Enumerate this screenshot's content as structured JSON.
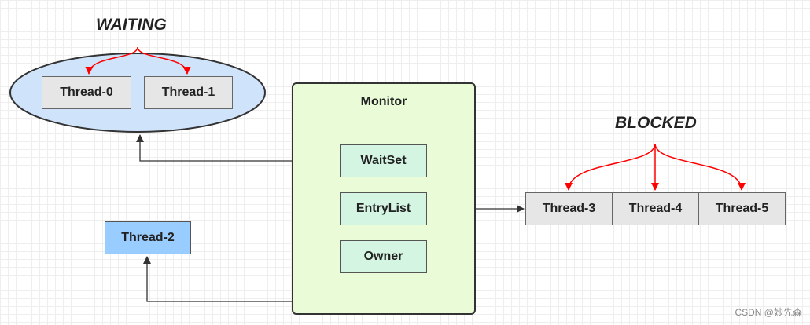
{
  "waiting": {
    "label": "WAITING",
    "threads": [
      "Thread-0",
      "Thread-1"
    ]
  },
  "monitor": {
    "title": "Monitor",
    "wait_set": "WaitSet",
    "entry_list": "EntryList",
    "owner": "Owner"
  },
  "blocked": {
    "label": "BLOCKED",
    "threads": [
      "Thread-3",
      "Thread-4",
      "Thread-5"
    ]
  },
  "owner_thread": "Thread-2",
  "watermark": "CSDN @妙先森",
  "colors": {
    "waiting_ellipse": "#cfe3fb",
    "monitor_fill": "#e9fbd7",
    "set_fill": "#d5f5e3",
    "owner_thread_fill": "#99ccff",
    "thread_fill": "#e6e6e6",
    "red_arrow": "#ff0000"
  }
}
